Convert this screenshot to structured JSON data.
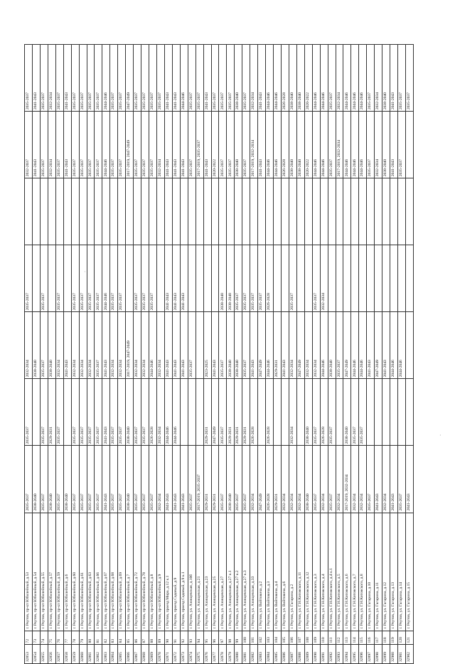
{
  "rows": [
    [
      "32853",
      "72",
      "г. Реутов, пр-кт Юбилейный, д.53",
      "2035-2037",
      "2035-2037",
      "2032-2034",
      "2035-2037",
      "",
      "2032-2037",
      "2035-2037"
    ],
    [
      "32854",
      "73",
      "г. Реутов, пр-кт Юбилейный, д.54",
      "2038-2040",
      "",
      "2038-2040",
      "",
      "",
      "2041-2043",
      "2041-2043"
    ],
    [
      "32855",
      "74",
      "г. Реутов, пр-кт Юбилейный, д.55",
      "2035-2037",
      "2035-2037",
      "2035-2037",
      "2035-2037",
      "",
      "2035-2037",
      "2035-2037"
    ],
    [
      "32856",
      "75",
      "г. Реутов, пр-кт Юбилейный, д.57",
      "2038-2040",
      "2029-2031",
      "2038-2040",
      "",
      "",
      "2032-2034",
      "2032-2034"
    ],
    [
      "32857",
      "76",
      "г. Реутов, пр-кт Юбилейный, д.59",
      "2035-2037",
      "2035-2037",
      "2032-2034",
      "2035-2037",
      "",
      "2035-2037",
      "2035-2037"
    ],
    [
      "32858",
      "77",
      "г. Реутов, пр-кт Юбилейный, д.6",
      "2038-2040",
      "",
      "2041-2043",
      "",
      "",
      "2041-2043",
      "2041-2043"
    ],
    [
      "32859",
      "78",
      "г. Реутов, пр-кт Юбилейный, д.60",
      "2035-2037",
      "2035-2037",
      "2032-2034",
      "2035-2037",
      "",
      "2035-2037",
      "2035-2037"
    ],
    [
      "32860",
      "79",
      "г. Реутов, пр-кт Юбилейный, д.61",
      "2035-2037",
      "2035-2037",
      "2032-2034",
      "2035-2037",
      "",
      "2035-2037",
      "2035-2037"
    ],
    [
      "32861",
      "80",
      "г. Реутов, пр-кт Юбилейный, д.63",
      "2035-2037",
      "2035-2037",
      "2032-2034",
      "2035-2037",
      "",
      "2035-2037",
      "2035-2037"
    ],
    [
      "32862",
      "81",
      "г. Реутов, пр-кт Юбилейный, д.66",
      "2035-2037",
      "2035-2037",
      "2035-2037",
      "2035-2037",
      "",
      "2035-2037",
      "2035-2037"
    ],
    [
      "32863",
      "82",
      "г. Реутов, пр-кт Юбилейный, д.67",
      "2041-2043",
      "2041-2043",
      "2041-2043",
      "2044-2046",
      "",
      "2044-2046",
      "2044-2046"
    ],
    [
      "32864",
      "83",
      "г. Реутов, пр-кт Юбилейный, д.68",
      "2035-2037",
      "2035-2037",
      "2032-2034",
      "2035-2037",
      "",
      "2035-2037",
      "2035-2037"
    ],
    [
      "32865",
      "84",
      "г. Реутов, пр-кт Юбилейный, д.69",
      "2035-2037",
      "2035-2037",
      "2032-2034",
      "2035-2037",
      "",
      "2035-2037",
      "2035-2037"
    ],
    [
      "32866",
      "85",
      "г. Реутов, пр-кт Юбилейный, д.7",
      "2038-2040",
      "2038-2040",
      "2017-2019, 2047-2049",
      "",
      "",
      "2017-2019, 2047-2049",
      "2047-2049"
    ],
    [
      "32867",
      "86",
      "г. Реутов, пр-кт Юбилейный, д.72",
      "2035-2037",
      "2035-2037",
      "2032-2034",
      "2035-2037",
      "",
      "2035-2037",
      "2035-2037"
    ],
    [
      "32868",
      "87",
      "г. Реутов, пр-кт Юбилейный, д.78",
      "2035-2037",
      "2035-2037",
      "2032-2034",
      "2035-2037",
      "",
      "2035-2037",
      "2035-2037"
    ],
    [
      "32869",
      "88",
      "г. Реутов, пр-кт Юбилейный, д.8",
      "2035-2037",
      "2026-2028",
      "2044-2046",
      "2035-2037",
      "",
      "2035-2037",
      "2035-2037"
    ],
    [
      "32870",
      "89",
      "г. Реутов, пр-кт Юбилейный, д.9",
      "2032-2034",
      "2032-2034",
      "2032-2034",
      "",
      "",
      "2032-2034",
      "2035-2037"
    ],
    [
      "32871",
      "90",
      "г. Реутов, проезд Мира, д.12 к.1",
      "2041-2043",
      "2044-2046",
      "2041-2043",
      "2041-2043",
      "",
      "2041-2043",
      "2041-2043"
    ],
    [
      "32872",
      "91",
      "г. Реутов, проезд Садовый, д.9",
      "2041-2043",
      "2044-2046",
      "2041-2043",
      "2041-2043",
      "",
      "2041-2043",
      "2041-2043"
    ],
    [
      "32873",
      "92",
      "г. Реутов, проезд Садовый, д.9 к.1",
      "2041-2043",
      "",
      "2041-2043",
      "2041-2043",
      "",
      "2041-2043",
      "2044-2046"
    ],
    [
      "32874",
      "93",
      "г. Реутов, ул. Азовцевская, д.10б",
      "2035-2037",
      "",
      "2035-2037",
      "",
      "",
      "2035-2037",
      "2035-2037"
    ],
    [
      "32875",
      "94",
      "г. Реутов, ул. Азовцевская, д.21",
      "2017-2019, 2035-2037",
      "",
      "",
      "",
      "",
      "2017-2019, 2035-2037",
      "2035-2037"
    ],
    [
      "32876",
      "95",
      "г. Реутов, ул. Азовцевская, д.23",
      "2029-2031",
      "2029-2031",
      "2023-2025",
      "",
      "",
      "2041-2043",
      "2041-2043"
    ],
    [
      "32877",
      "96",
      "г. Реутов, ул. Азовцевская, д.25",
      "2029-2031",
      "2047-2049",
      "2041-2043",
      "",
      "",
      "2020-2022",
      "2035-2037"
    ],
    [
      "32878",
      "97",
      "г. Реутов, ул. Азовцевская, д.27",
      "2035-2037",
      "2035-2037",
      "2035-2037",
      "2038-2040",
      "",
      "2035-2037",
      "2035-2037"
    ],
    [
      "32879",
      "98",
      "г. Реутов, ул. Азовцевская, д.27 к.1",
      "2038-2040",
      "2029-2031",
      "2038-2040",
      "2038-2040",
      "",
      "2035-2037",
      "2035-2037"
    ],
    [
      "32880",
      "99",
      "г. Реутов, ул. Азовцевская, д.27 к.2",
      "2035-2037",
      "2029-2031",
      "2038-2040",
      "2035-2037",
      "",
      "2038-2040",
      "2038-2040"
    ],
    [
      "32881",
      "100",
      "г. Реутов, ул. Азовцевская, д.27 к.3",
      "2035-2037",
      "2029-2031",
      "2035-2037",
      "2035-2037",
      "",
      "2035-2037",
      "2035-2037"
    ],
    [
      "32882",
      "101",
      "г. Реутов, ул. Азовцевская, д.33",
      "2032-2034",
      "2026-2028",
      "2041-2043",
      "2035-2037",
      "",
      "2017-2019, 2032-2034",
      "2032-2034"
    ],
    [
      "32883",
      "102",
      "г. Реутов, ул. Войтовича, д.2",
      "2047-2049",
      "",
      "2047-2049",
      "2035-2037",
      "",
      "2041-2043",
      "2041-2043"
    ],
    [
      "32884",
      "103",
      "г. Реутов, ул. Войтовича, д.3",
      "2026-2028",
      "2026-2028",
      "2044-2046",
      "2026-2028",
      "",
      "2044-2046",
      "2044-2046"
    ],
    [
      "32885",
      "104",
      "г. Реутов, ул. Войтовича, д.4",
      "2029-2031",
      "",
      "2029-2031",
      "",
      "",
      "2044-2046",
      "2044-2046"
    ],
    [
      "32886",
      "105",
      "г. Реутов, ул. Войтовича, д.6",
      "2032-2034",
      "",
      "2041-2043",
      "",
      "",
      "2026-2028",
      "2026-2028"
    ],
    [
      "32887",
      "106",
      "г. Реутов, ул. Гагарина, д.2",
      "2032-2034",
      "2032-2034",
      "2032-2034",
      "2035-2037",
      "",
      "2038-2040",
      "2038-2040"
    ],
    [
      "32888",
      "107",
      "г. Реутов, ул. Г.Н.Котовского, д.11",
      "2032-2034",
      "",
      "2047-2049",
      "",
      "",
      "2038-2040",
      "2038-2040"
    ],
    [
      "32889",
      "108",
      "г. Реутов, ул. Г.Н.Котовского, д.12",
      "2038-2040",
      "2038-2040",
      "2032-2034",
      "",
      "",
      "2020-2022",
      "2020-2022"
    ],
    [
      "32890",
      "109",
      "г. Реутов, ул. Г.Н.Котовского, д.3",
      "2035-2037",
      "2035-2037",
      "2032-2034",
      "2035-2037",
      "",
      "2044-2046",
      "2044-2046"
    ],
    [
      "32891",
      "110",
      "г. Реутов, ул. Г.Н.Котовского, д.4",
      "2032-2034",
      "2026-2028",
      "2044-2046",
      "2032-2034",
      "",
      "2044-2046",
      "2044-2046"
    ],
    [
      "32892",
      "111",
      "г. Реутов, ул. Г.Н.Котовского, д.4 к.1",
      "2035-2037",
      "2035-2037",
      "2038-2040",
      "",
      "",
      "2035-2037",
      "2035-2037"
    ],
    [
      "32893",
      "112",
      "г. Реутов, ул. Г.Н.Котовского, д.5",
      "2032-2034",
      "",
      "2035-2037",
      "",
      "",
      "2017-2019, 2032-2034",
      "2032-2034"
    ],
    [
      "32894",
      "113",
      "г. Реутов, ул. Г.Н.Котовского, д.6",
      "2017-2019, 2032-2034",
      "2038-2040",
      "2047-2049",
      "",
      "",
      "2044-2046",
      "2044-2046"
    ],
    [
      "32895",
      "114",
      "г. Реутов, ул. Г.Н.Котовского, д.7",
      "2032-2034",
      "2035-2037",
      "2044-2046",
      "",
      "",
      "2044-2046",
      "2044-2046"
    ],
    [
      "32896",
      "115",
      "г. Реутов, ул. Г.Н.Котовского, д.8",
      "2032-2034",
      "2035-2037",
      "2044-2046",
      "",
      "",
      "2044-2046",
      "2044-2046"
    ],
    [
      "32897",
      "116",
      "г. Реутов, ул. Гагарина, д.10",
      "2035-2037",
      "",
      "2041-2043",
      "",
      "",
      "2035-2037",
      "2035-2037"
    ],
    [
      "32898",
      "117",
      "г. Реутов, ул. Гагарина, д.11",
      "2041-2043",
      "",
      "2047-2049",
      "",
      "",
      "2032-2034",
      "2032-2034"
    ],
    [
      "32899",
      "118",
      "г. Реутов, ул. Гагарина, д.12",
      "2032-2034",
      "",
      "2041-2043",
      "",
      "",
      "2038-2040",
      "2038-2040"
    ],
    [
      "32900",
      "119",
      "г. Реутов, ул. Гагарина, д.13",
      "2041-2043",
      "",
      "2044-2046",
      "",
      "",
      "2041-2043",
      "2041-2043"
    ],
    [
      "32901",
      "120",
      "г. Реутов, ул. Гагарина, д.14",
      "2035-2037",
      "",
      "2044-2046",
      "",
      "",
      "2035-2037",
      "2035-2037"
    ],
    [
      "32902",
      "121",
      "г. Реутов, ул. Гагарина, д.15",
      "2041-2043",
      "",
      "",
      "",
      "",
      "",
      "2035-2037"
    ]
  ]
}
